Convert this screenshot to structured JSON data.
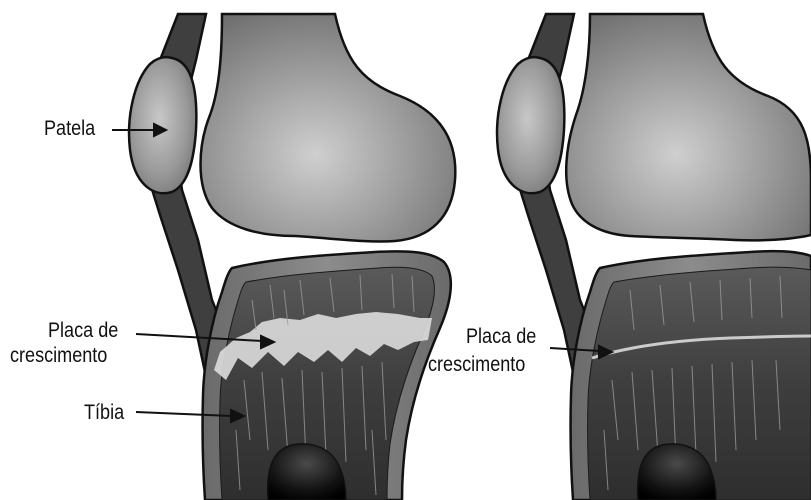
{
  "diagram": {
    "left_panel": {
      "labels": {
        "patela": "Patela",
        "placa_line1": "Placa de",
        "placa_line2": "crescimento",
        "tibia": "Tíbia"
      }
    },
    "right_panel": {
      "labels": {
        "placa_line1": "Placa de",
        "placa_line2": "crescimento"
      }
    }
  },
  "colors": {
    "bone_fill": "#8a8a8a",
    "bone_highlight": "#c8c8c8",
    "cortex": "#7a7a7a",
    "marrow": "#3d3d3d",
    "tendon": "#3f3f3f",
    "outline": "#111111",
    "growth_plate": "#d9d9d9"
  }
}
